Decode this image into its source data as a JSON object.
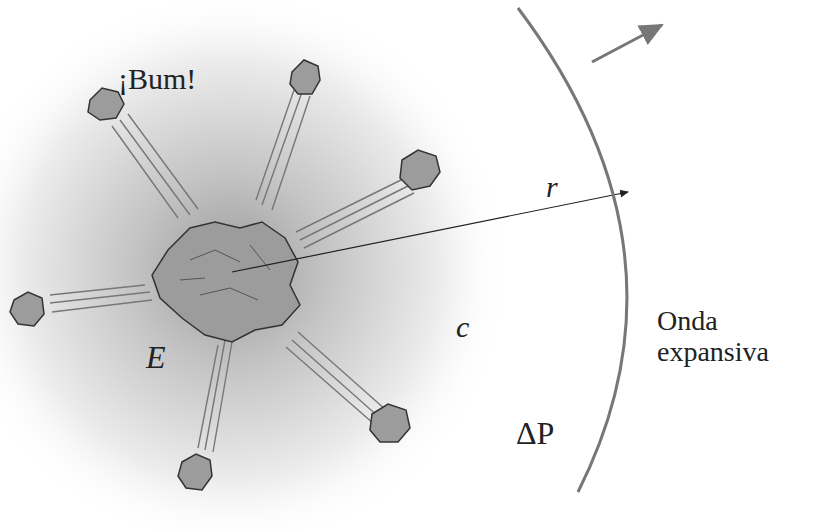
{
  "diagram": {
    "labels": [
      "¡Bum!",
      "r",
      "c",
      "E",
      "ΔP",
      "Onda expansiva"
    ]
  }
}
